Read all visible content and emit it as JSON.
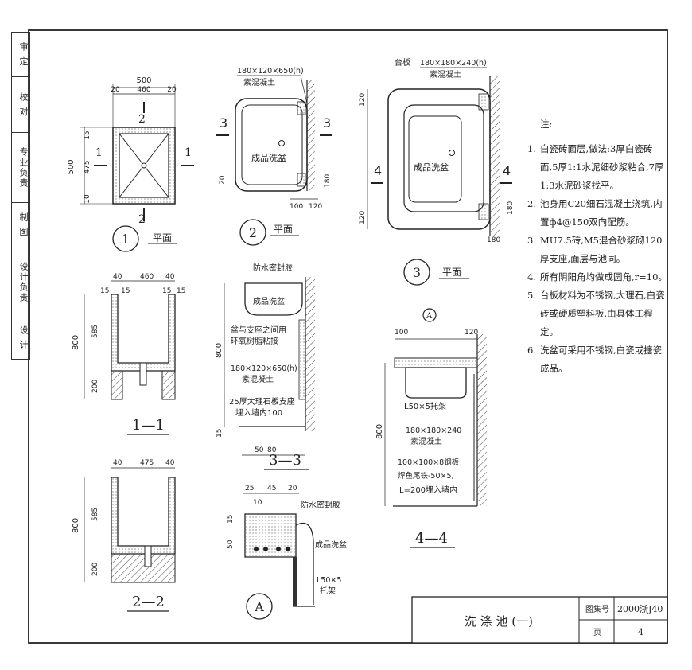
{
  "sidebar": {
    "labels": [
      "校 对",
      "制 图",
      "设 计"
    ],
    "codes": [
      "审 定",
      "专业负责",
      "设计负责"
    ]
  },
  "views": {
    "v1": {
      "circle": "1",
      "caption": "平面",
      "dims": {
        "w": "500",
        "l20": "20",
        "c460": "460",
        "r20": "20",
        "h500": "500",
        "t15": "15",
        "m475": "475",
        "b10": "10"
      },
      "section_marks": {
        "a": "1",
        "b": "1",
        "c": "2",
        "d": "2"
      }
    },
    "v2": {
      "circle": "2",
      "caption": "平面",
      "top_label": "180×120×650(h)",
      "top_label2": "素混凝土",
      "basin": "成品洗盆",
      "marks": {
        "a": "3",
        "b": "3"
      },
      "dims": {
        "d20": "20",
        "d100": "100",
        "d120": "120",
        "d180": "180"
      }
    },
    "v3": {
      "circle": "3",
      "caption": "平面",
      "label_board": "台板",
      "top_label": "180×180×240(h)",
      "top_label2": "素混凝土",
      "basin": "成品洗盆",
      "marks": {
        "a": "4",
        "b": "4"
      },
      "dims": {
        "d120a": "120",
        "d120b": "120",
        "d180a": "180",
        "d180b": "180"
      }
    },
    "s11": {
      "title": "1—1",
      "dims": {
        "t40a": "40",
        "t460": "460",
        "t40b": "40",
        "i15a": "15",
        "i15b": "15",
        "i15c": "15",
        "i15d": "15",
        "h800": "800",
        "h585": "585",
        "h200": "200"
      }
    },
    "s22": {
      "title": "2—2",
      "dims": {
        "t40a": "40",
        "t475": "475",
        "t40b": "40",
        "h800": "800",
        "h585": "585",
        "h200": "200"
      }
    },
    "s33": {
      "title": "3—3",
      "notes": [
        "防水密封胶",
        "成品洗盆",
        "盆与支座之间用",
        "环氧树脂粘接",
        "180×120×650(h)",
        "素混凝土",
        "25厚大理石板支座",
        "埋入墙内100"
      ],
      "dims": {
        "h800": "800",
        "b15": "15",
        "d50": "50",
        "d80": "80"
      }
    },
    "s44": {
      "title": "4—4",
      "notes": [
        "L50×5托架",
        "180×180×240",
        "素混凝土",
        "100×100×8钢板",
        "焊鱼尾铁-50×5,",
        "L=200埋入墙内"
      ],
      "dims": {
        "d100": "100",
        "d120": "120",
        "h800": "800"
      },
      "ref": "A"
    },
    "detA": {
      "circle": "A",
      "notes": [
        "防水密封胶",
        "成品洗盆",
        "L50×5",
        "托架"
      ],
      "dims": {
        "d25": "25",
        "d45": "45",
        "d20": "20",
        "d10": "10",
        "d15": "15",
        "d50": "50"
      }
    }
  },
  "notes": {
    "header": "注:",
    "items": [
      {
        "n": "1.",
        "text": "白瓷砖面层,做法:3厚白瓷砖面,5厚1:1水泥细砂浆粘合,7厚1:3水泥砂浆找平。"
      },
      {
        "n": "2.",
        "text": "池身用C20细石混凝土浇筑,内置ф4@150双向配筋。"
      },
      {
        "n": "3.",
        "text": "MU7.5砖,M5混合砂浆砌120厚支座,面层与池同。"
      },
      {
        "n": "4.",
        "text": "所有阴阳角均做成圆角,r=10。"
      },
      {
        "n": "5.",
        "text": "台板材料为不锈钢,大理石,白瓷砖或硬质塑料板,由具体工程定。"
      },
      {
        "n": "6.",
        "text": "洗盆可采用不锈钢,白瓷或搪瓷成品。"
      }
    ]
  },
  "title_block": {
    "title": "洗 涤 池 (一)",
    "atlas_label": "图集号",
    "atlas_value": "2000浙J40",
    "page_label": "页",
    "page_value": "4"
  }
}
